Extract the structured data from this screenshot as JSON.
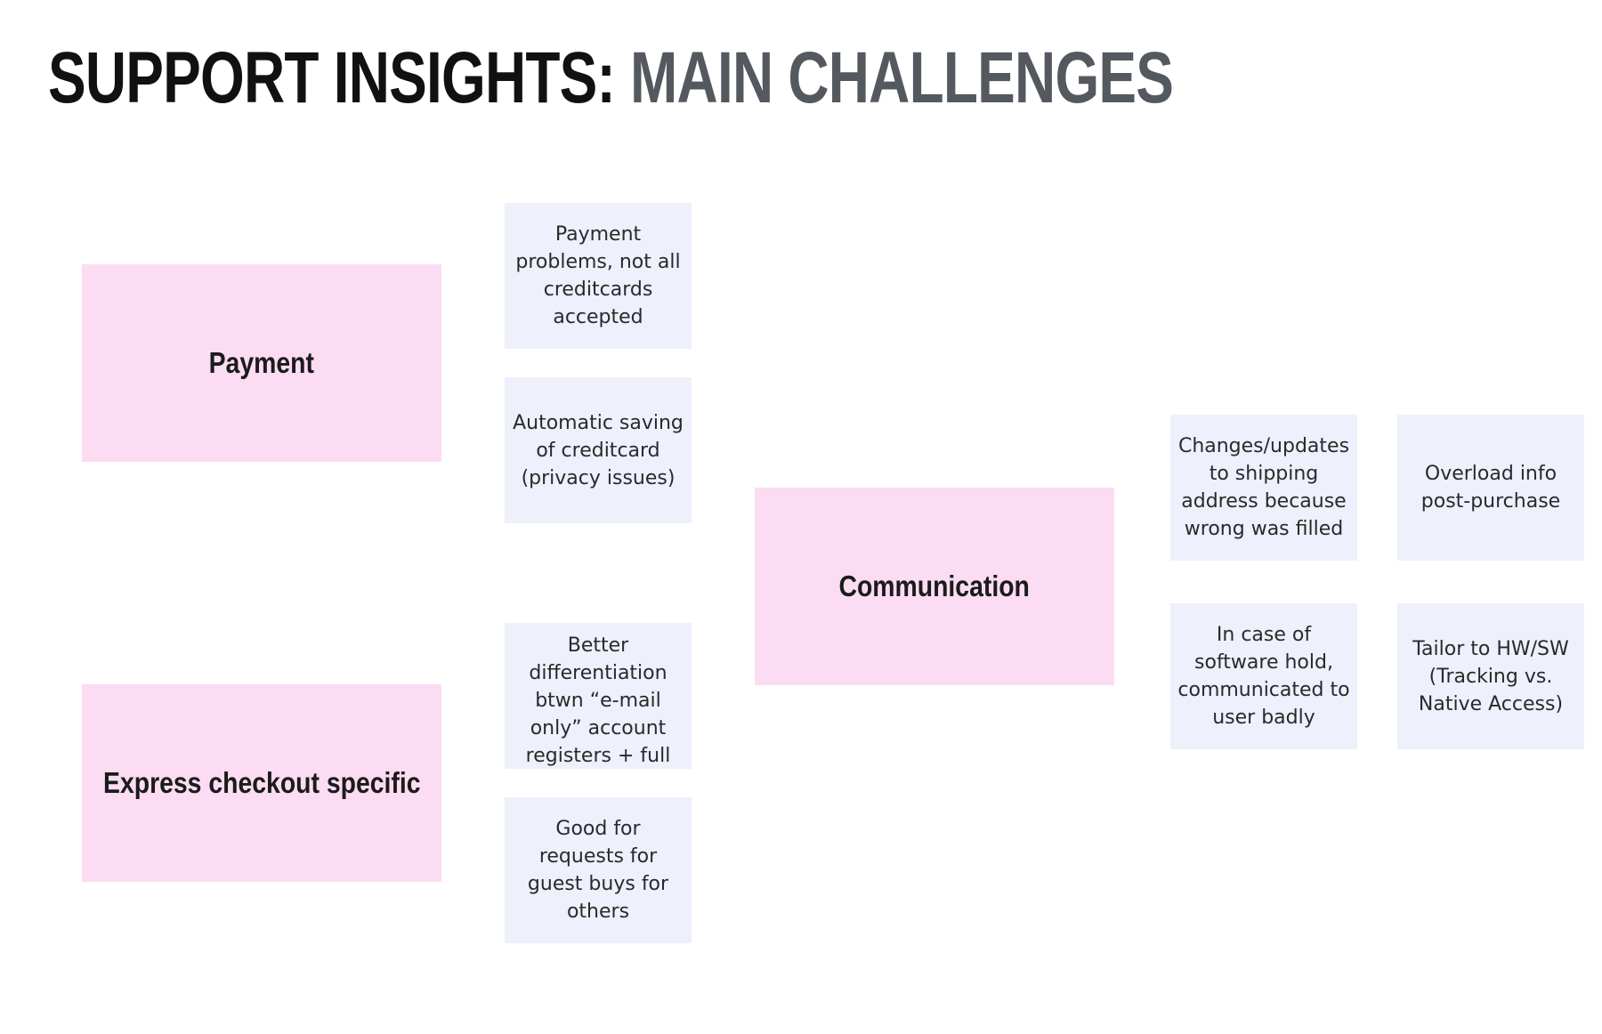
{
  "title": {
    "part1": "SUPPORT INSIGHTS:",
    "part2": "MAIN CHALLENGES"
  },
  "categories": {
    "payment": "Payment",
    "express": "Express checkout specific",
    "communication": "Communication"
  },
  "notes": {
    "payment_problems": "Payment\nproblems, not all\ncreditcards\naccepted",
    "auto_saving": "Automatic saving\nof creditcard\n(privacy issues)",
    "differentiation": "Better\ndifferentiation\nbtwn “e-mail\nonly” account\nregisters + full",
    "guest_buys": "Good for\nrequests for\nguest buys for\nothers",
    "shipping_updates": "Changes/updates\nto shipping\naddress because\nwrong was filled",
    "overload_info": "Overload info\npost-purchase",
    "software_hold": "In case of\nsoftware hold,\ncommunicated to\nuser badly",
    "tailor": "Tailor to HW/SW\n(Tracking vs.\nNative Access)"
  },
  "colors": {
    "category_fill": "#fcdcf2",
    "note_fill": "#eef0fc",
    "title_primary": "#111111",
    "title_secondary": "#54585f"
  }
}
